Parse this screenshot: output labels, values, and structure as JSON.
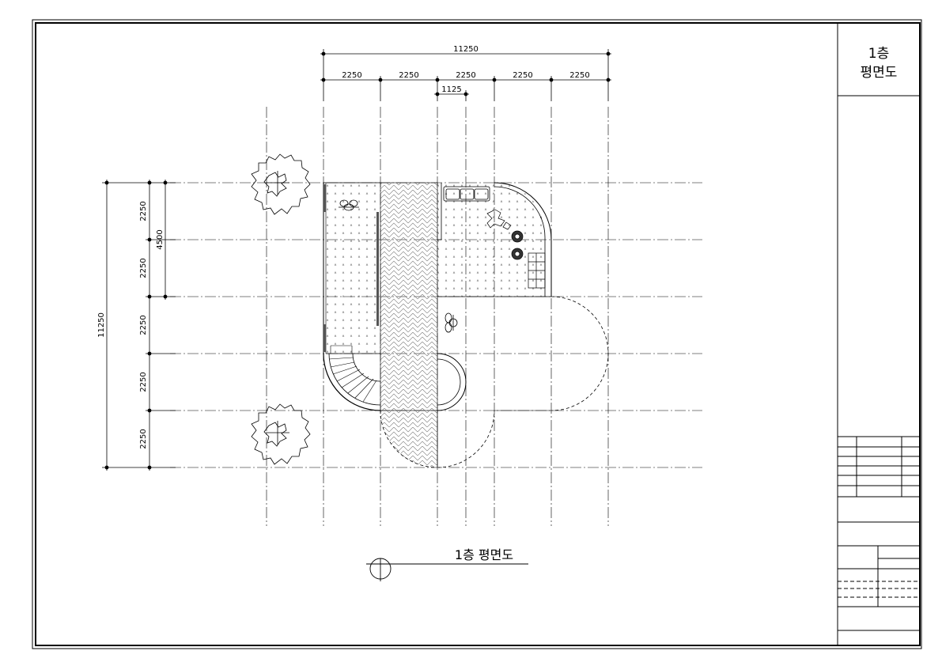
{
  "title_block": {
    "line1": "1층",
    "line2": "평면도"
  },
  "drawing_title": "1층 평면도",
  "dimensions": {
    "top_total": "11250",
    "top_spans": [
      "2250",
      "2250",
      "2250",
      "2250",
      "2250"
    ],
    "top_half": "1125",
    "left_total": "11250",
    "left_spans": [
      "2250",
      "2250",
      "2250",
      "2250",
      "2250"
    ],
    "left_sub": "4500"
  }
}
